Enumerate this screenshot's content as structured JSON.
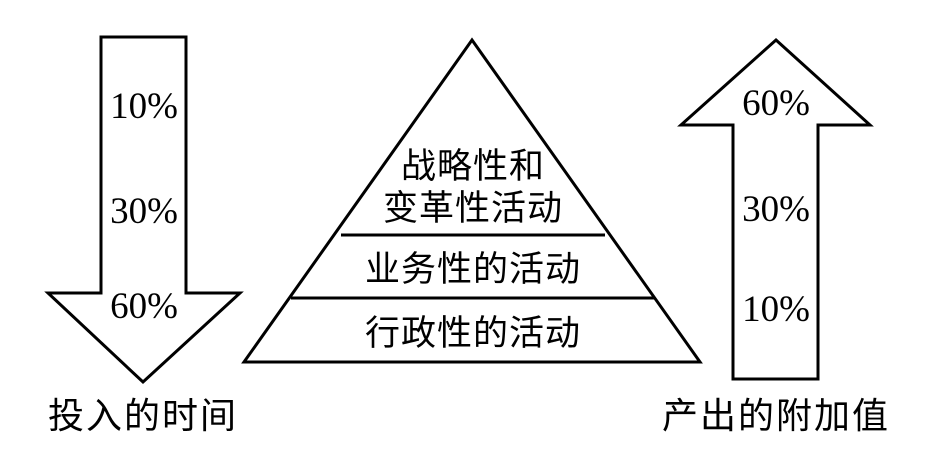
{
  "left_arrow": {
    "direction": "down",
    "percentages": [
      "10%",
      "30%",
      "60%"
    ],
    "caption": "投入的时间"
  },
  "pyramid": {
    "tiers": [
      {
        "lines": [
          "战略性和",
          "变革性活动"
        ]
      },
      {
        "lines": [
          "业务性的活动"
        ]
      },
      {
        "lines": [
          "行政性的活动"
        ]
      }
    ]
  },
  "right_arrow": {
    "direction": "up",
    "percentages": [
      "60%",
      "30%",
      "10%"
    ],
    "caption": "产出的附加值"
  },
  "colors": {
    "stroke": "#000000",
    "fill": "#ffffff",
    "text": "#000000"
  }
}
